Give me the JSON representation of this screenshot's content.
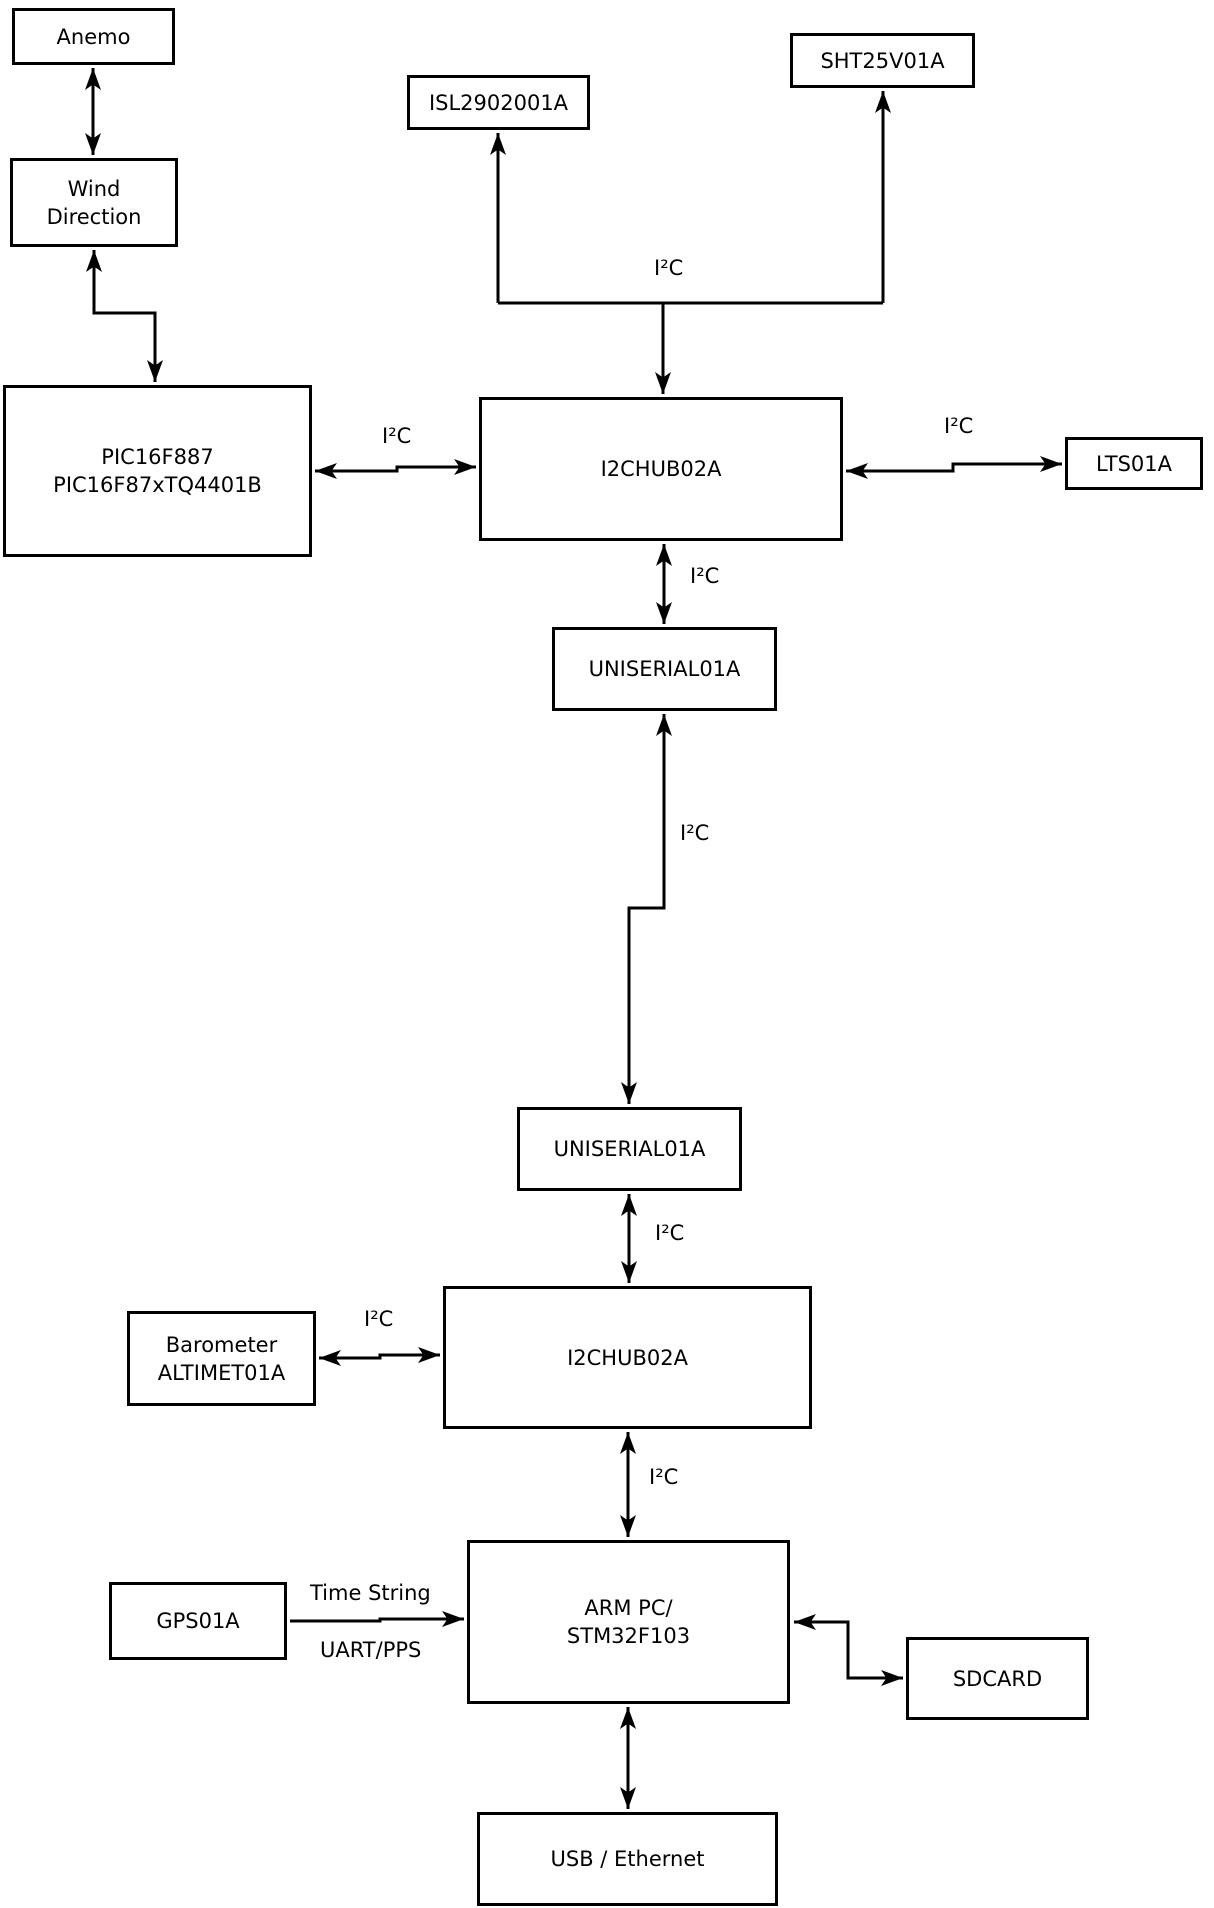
{
  "diagram": {
    "colors": {
      "background": "#ffffff",
      "line": "#000000",
      "box_border": "#000000",
      "box_fill": "#ffffff",
      "text": "#000000"
    },
    "nodes": {
      "anemo": {
        "label": "Anemo"
      },
      "wind_direction": {
        "label": "Wind\nDirection"
      },
      "pic": {
        "label": "PIC16F887\nPIC16F87xTQ4401B"
      },
      "isl2902001a": {
        "label": "ISL2902001A"
      },
      "sht25v01a": {
        "label": "SHT25V01A"
      },
      "i2chub_upper": {
        "label": "I2CHUB02A"
      },
      "lts01a": {
        "label": "LTS01A"
      },
      "uniserial_upper": {
        "label": "UNISERIAL01A"
      },
      "uniserial_lower": {
        "label": "UNISERIAL01A"
      },
      "i2chub_lower": {
        "label": "I2CHUB02A"
      },
      "barometer": {
        "label": "Barometer\nALTIMET01A"
      },
      "gps01a": {
        "label": "GPS01A"
      },
      "arm_pc": {
        "label": "ARM PC/\nSTM32F103"
      },
      "sdcard": {
        "label": "SDCARD"
      },
      "usb_ethernet": {
        "label": "USB / Ethernet"
      }
    },
    "edge_labels": {
      "pic_hub": "I²C",
      "sensor_bus": "I²C",
      "hub_lts": "I²C",
      "hub_uniserial": "I²C",
      "uniserial_link": "I²C",
      "uniserial_hub2": "I²C",
      "barometer_hub2": "I²C",
      "hub2_arm": "I²C",
      "gps_arm_top": "Time String",
      "gps_arm_bottom": "UART/PPS"
    }
  }
}
